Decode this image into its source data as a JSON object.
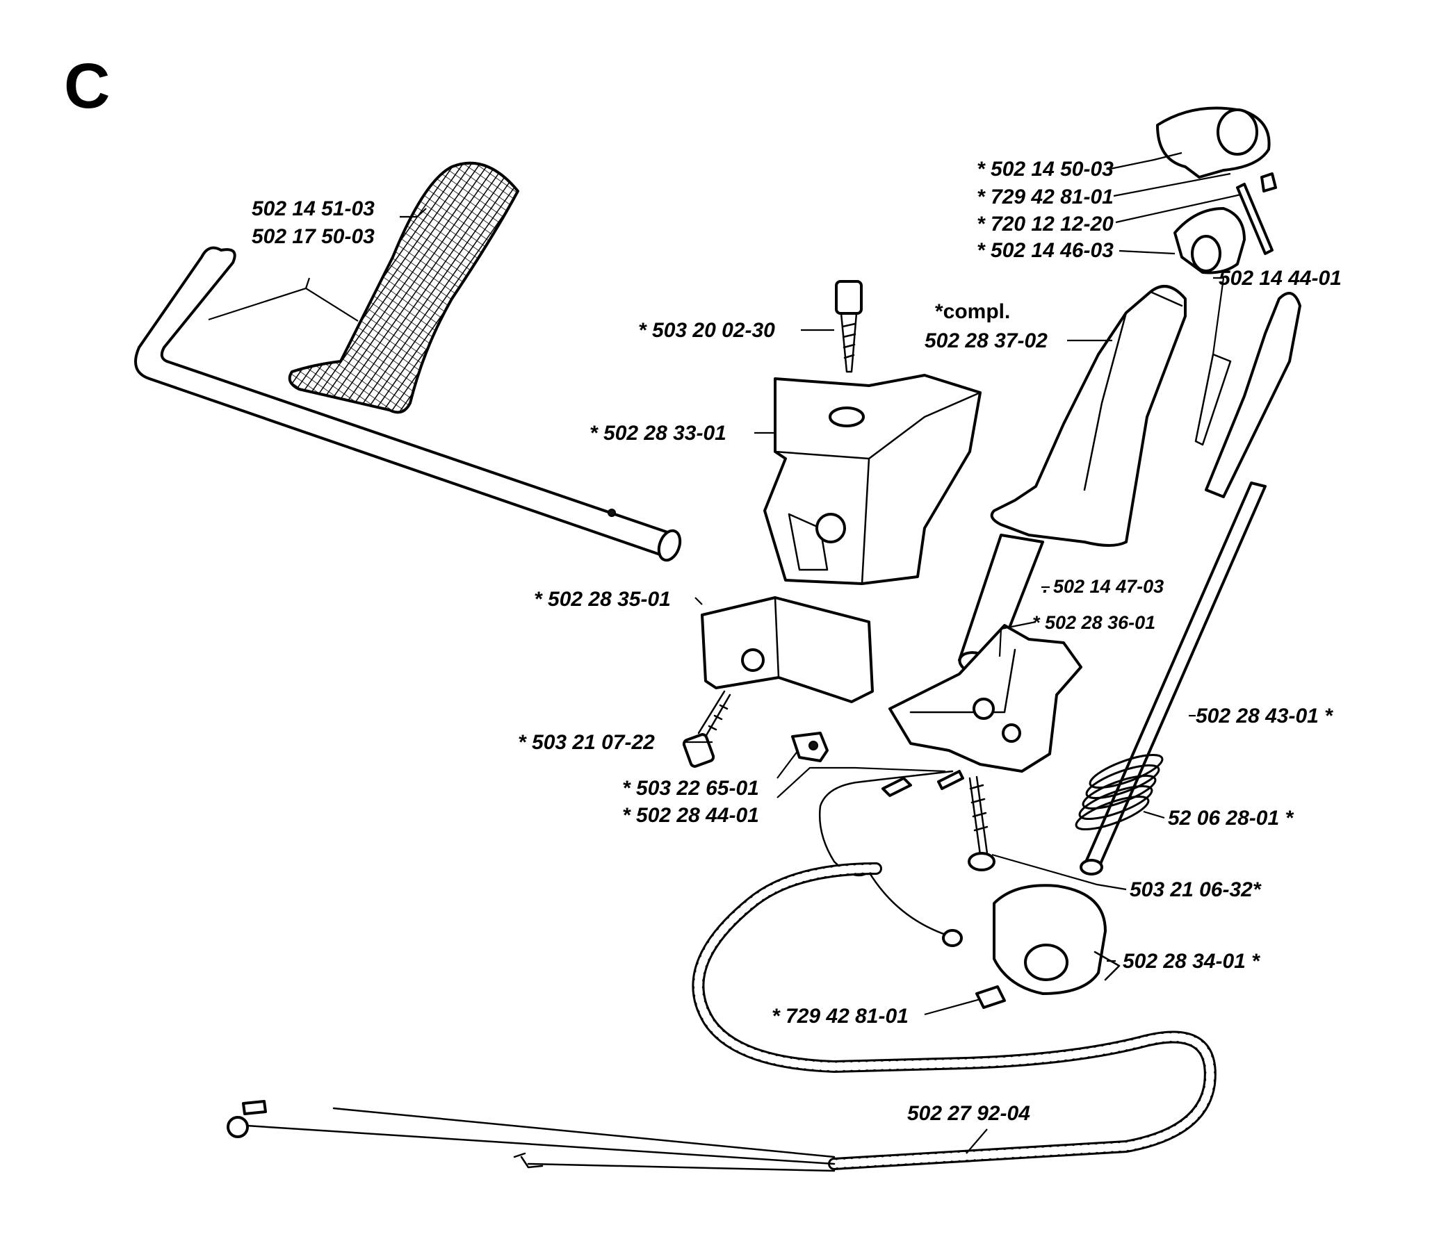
{
  "diagram": {
    "section_letter": "C",
    "labels": {
      "grip_a": "502 14 51-03",
      "grip_b": "502 17 50-03",
      "screw_top": "* 503 20 02-30",
      "housing": "* 502 28 33-01",
      "cover": "* 502 28 35-01",
      "screw_cover": "* 503 21 07-22",
      "nut": "* 503 22 65-01",
      "cable_short": "* 502 28 44-01",
      "compl": "*compl.",
      "handle": "502 28 37-02",
      "cap": "* 502 14 50-03",
      "cap_screw": "* 729 42 81-01",
      "pin": "* 720 12 12-20",
      "knob": "* 502 14 46-03",
      "trigger": "502 14 44-01",
      "tube": ". 502 14 47-03",
      "bracket": "* 502 28 36-01",
      "rod": "502 28 43-01 *",
      "spring": "52 06 28-01   *",
      "screw_bracket": "503 21 06-32*",
      "clamp": "502 28 34-01 *",
      "clamp_screw": "* 729 42 81-01",
      "cable_long": "502 27 92-04"
    }
  }
}
